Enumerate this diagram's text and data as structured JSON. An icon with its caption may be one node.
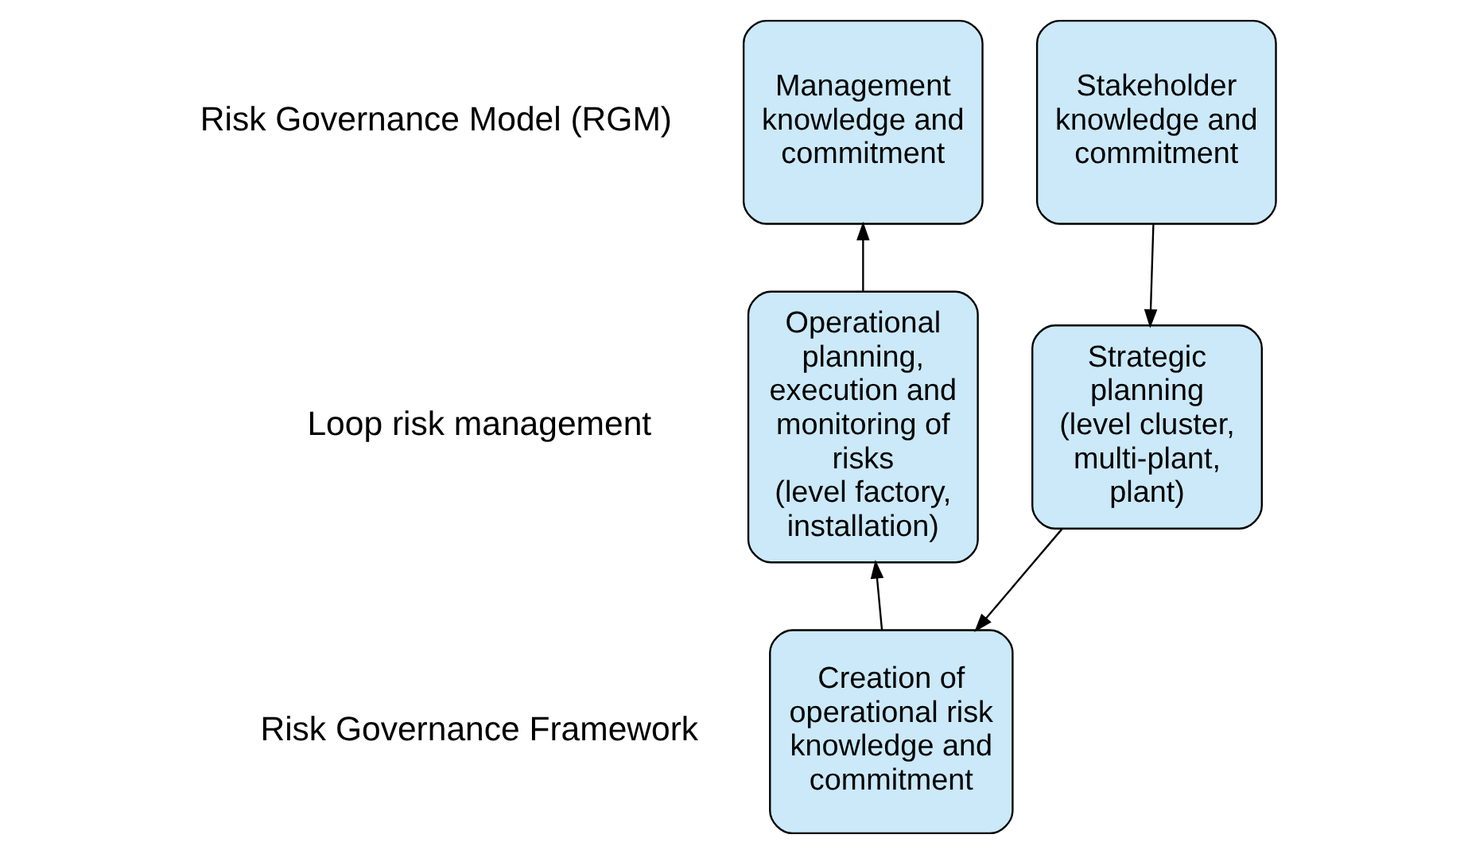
{
  "diagram": {
    "nodes": [
      {
        "text": [
          "Management knowledge and commitment"
        ]
      },
      {
        "text": [
          "Stakeholder knowledge and commitment"
        ]
      },
      {
        "text": [
          "Strategic planning",
          "(level cluster, multi-plant, plant)"
        ]
      },
      {
        "text": [
          "Creation of operational risk knowledge and commitment"
        ]
      },
      {
        "text": [
          "Operational planning, execution and monitoring of risks",
          "(level factory, installation)"
        ]
      }
    ],
    "edges": [
      {
        "from": 1,
        "to": 2,
        "arrow": "to"
      },
      {
        "from": 2,
        "to": 3,
        "arrow": "to"
      },
      {
        "from": 3,
        "to": 4,
        "arrow": "to"
      },
      {
        "from": 4,
        "to": 0,
        "arrow": "to"
      }
    ],
    "labels": [
      "Risk Governance Model (RGM)",
      "Loop risk management",
      "Risk Governance Framework"
    ]
  }
}
